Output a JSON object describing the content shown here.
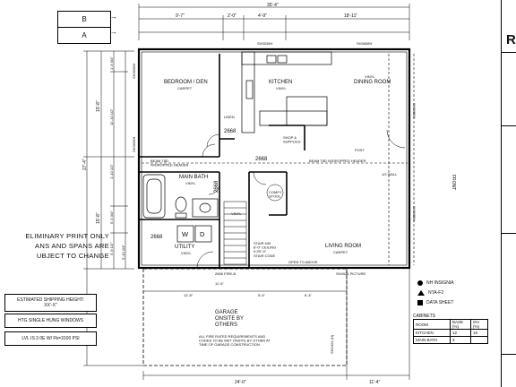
{
  "legend": {
    "b": "B",
    "a": "A"
  },
  "dims": {
    "overall_width": "35'-4\"",
    "overall_depth": "27'-4\"",
    "top_1": "9'-7\"",
    "top_2": "2'-0\"",
    "top_3": "4'-9\"",
    "top_4": "18'-11\"",
    "bottom_1": "24'-0\"",
    "bottom_2": "11'-4\"",
    "garage_1": "12'-8\"",
    "garage_2": "11'-6\"",
    "garage_3": "5'-4\"",
    "garage_4": "6'-4\"",
    "left_1": "15'-8\"",
    "left_2": "1'-9 3/4\"",
    "left_3": "11'-10 1/2\"",
    "left_4": "15'-8\"",
    "left_5": "1'-10 1/2\"",
    "left_6": "5'-5 3/4\"",
    "left_7": "5'-6 1/2\"",
    "left_8": "5'-10 1/4\""
  },
  "windows": {
    "w1": "SH3036H",
    "w2": "SH3658H",
    "w3": "SH3658H",
    "w4": "SH3658H",
    "w5": "SH3658H",
    "w6": "SH3658H",
    "w7": "SH4024 PICTURE",
    "w8": "SH2424 (H)"
  },
  "rooms": {
    "bedroom": "BEDROOM / DEN",
    "bedroom_floor": "CARPET",
    "kitchen": "KITCHEN",
    "kitchen_floor": "VINYL",
    "dining": "DINING ROOM",
    "dining_floor": "VINYL",
    "bath": "MAIN BATH",
    "bath_floor": "VINYL",
    "utility": "UTILITY",
    "utility_floor": "VINYL",
    "living": "LIVING ROOM",
    "living_floor": "CARPET",
    "hall_floor": "VINYL",
    "linen": "LINEN",
    "shop": "SHOP &\nSUPPLIES",
    "comfy": "COMFY\nSTOOL",
    "garage": "GARAGE\nONSITE BY\nOTHERS",
    "garage_note": "ALL FIRE RATED REQUIREMENTS AND\nCODES TO BE MET ONSITE BY OTHER AT\nTIME OF GARAGE CONSTRUCTION.",
    "stair": "STAIR #30\n8'-0\" CEILING\n9.25\"-9\"\nSTAIR CODE",
    "open": "OPEN TO ABOVE",
    "fire_door": "2668 FIRE-B",
    "door_2668_a": "2668",
    "door_2668_b": "2668",
    "door_2668_c": "2668",
    "door_2668_d": "2668",
    "beam_top": "BEAM T8D\nW/DROPPED HEADER",
    "beam_mid": "BEAM T8D W/DROPPED HEADER",
    "post": "POST",
    "half_wall": "1/2 WALL",
    "front": "FRONT",
    "egress": "EGRESS",
    "bearing": "BEARING WALL",
    "w_label": "W",
    "d_label": "D"
  },
  "notes": {
    "prelim_1": "ELIMINARY PRINT ONLY",
    "prelim_2": "ANS AND SPANS ARE",
    "prelim_3": "UBJECT TO CHANGE",
    "ship": "ESTIMATED SHIPPING HEIGHT:\nXX'-X\"",
    "windows": "HTG SINGLE HUNG WINDOWS",
    "lvl": "LVL IS 2.0E W/ Fb=3100 PSI"
  },
  "key": {
    "k1": "NH INSIGNIA",
    "k2": "NTA-F2",
    "k3": "DATA SHEET"
  },
  "cabinets": {
    "title": "CABINETS",
    "headers": [
      "ROOM",
      "BASE (%)",
      "OH (%)"
    ],
    "rows": [
      [
        "KITCHEN",
        "12",
        "15"
      ],
      [
        "MAIN BATH",
        "3",
        ""
      ]
    ]
  },
  "titleblock": {
    "logo": "R"
  }
}
